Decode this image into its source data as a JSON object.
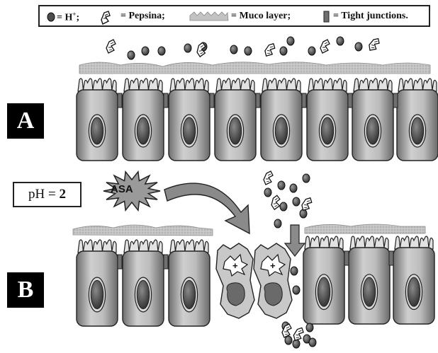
{
  "legend": {
    "h_plus": "= H",
    "h_plus_sup": "+",
    "h_plus_sep": ";",
    "pepsina": "= Pepsina;",
    "muco": "= Muco layer;",
    "tight": "= Tight junctions."
  },
  "panels": {
    "a_label": "A",
    "b_label": "B"
  },
  "ph": {
    "prefix": "pH = ",
    "value": "2"
  },
  "asa": {
    "label": "ASA"
  },
  "colors": {
    "cell_fill": "#a8a8a8",
    "nucleus": "#4a4a4a",
    "mucus": "#b9b9b9",
    "ion": "#4d4d4d",
    "junction": "#707070",
    "arrow": "#8a8a8a"
  }
}
